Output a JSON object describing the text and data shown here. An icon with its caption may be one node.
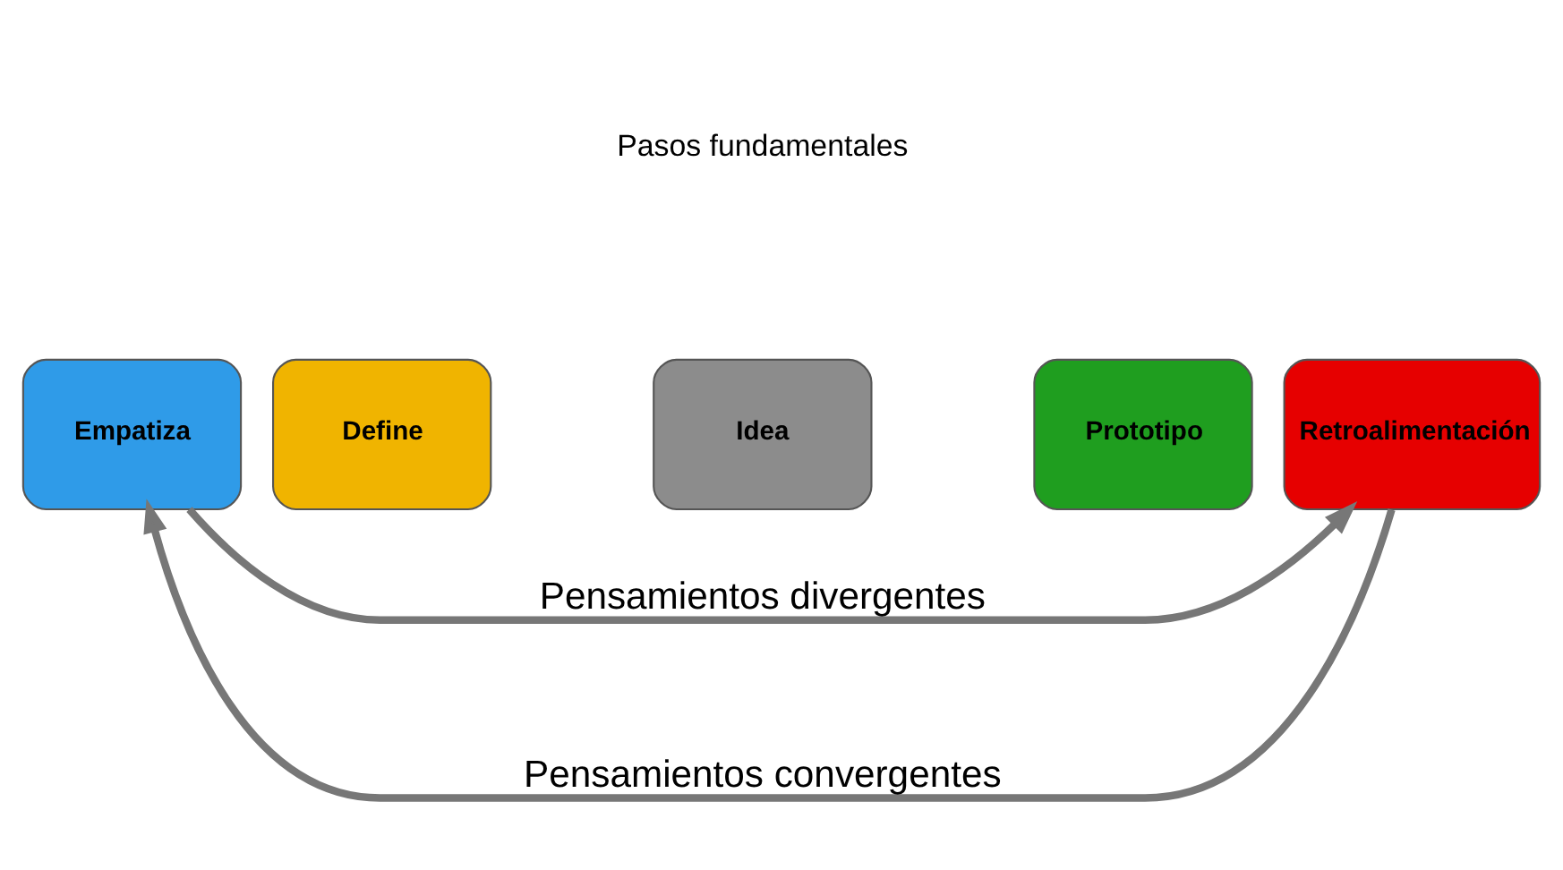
{
  "diagram": {
    "nodes": [
      {
        "text": [
          "Empatiza"
        ]
      },
      {
        "text": [
          "Define"
        ]
      },
      {
        "text": [
          "Idea"
        ]
      },
      {
        "text": [
          "Prototipo"
        ]
      },
      {
        "text": [
          "Retroalimentación"
        ]
      }
    ],
    "edges": [
      {
        "from": 0,
        "to": 4,
        "arrow": "to",
        "label": "Pensamientos divergentes"
      },
      {
        "from": 4,
        "to": 0,
        "arrow": "to",
        "label": "Pensamientos convergentes"
      }
    ],
    "labels": [
      "Pasos fundamentales"
    ]
  }
}
